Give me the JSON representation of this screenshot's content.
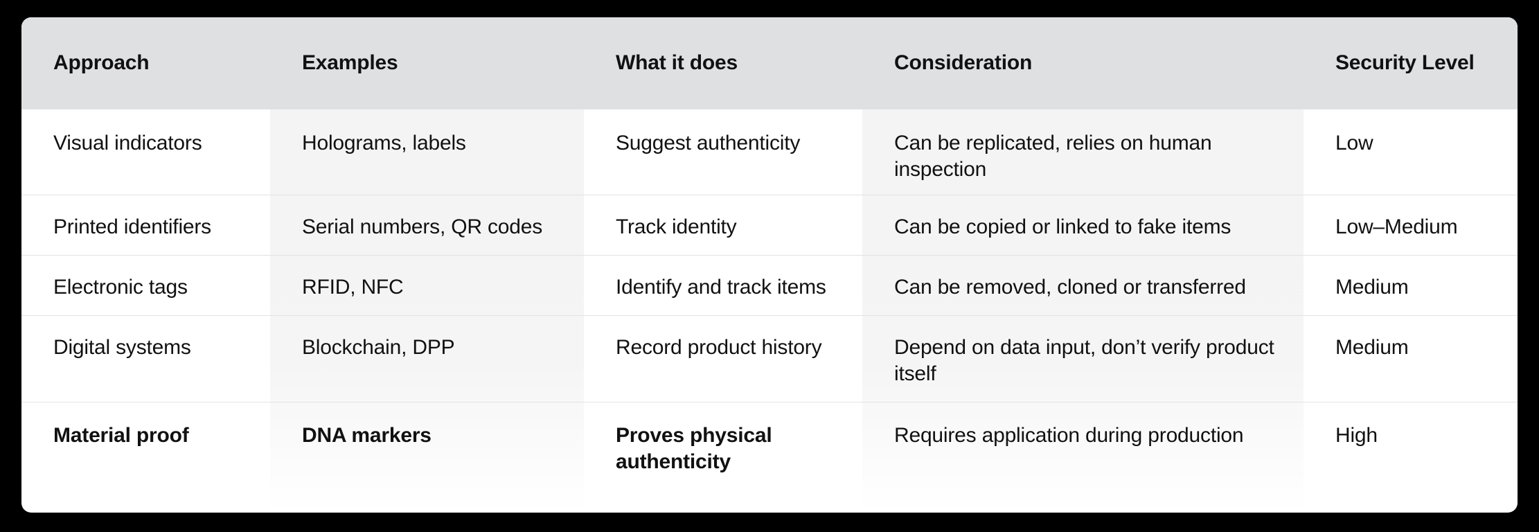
{
  "table": {
    "headers": [
      "Approach",
      "Examples",
      "What it does",
      "Consideration",
      "Security Level"
    ],
    "rows": [
      [
        "Visual indicators",
        "Holograms, labels",
        "Suggest authenticity",
        "Can be replicated, relies on human inspection",
        "Low"
      ],
      [
        "Printed identifiers",
        "Serial numbers, QR codes",
        "Track identity",
        "Can be copied or linked to fake items",
        "Low–Medium"
      ],
      [
        "Electronic tags",
        "RFID, NFC",
        "Identify and track items",
        "Can be removed, cloned or transferred",
        "Medium"
      ],
      [
        "Digital systems",
        "Blockchain, DPP",
        "Record product history",
        "Depend on data input, don’t verify product itself",
        "Medium"
      ],
      [
        "Material proof",
        "DNA markers",
        "Proves physical authenticity",
        "Requires application during production",
        "High"
      ]
    ]
  },
  "colors": {
    "background": "#000000",
    "card": "#ffffff",
    "header": "#dfe0e2",
    "shaded_column": "#f3f3f3",
    "text": "#111111"
  }
}
